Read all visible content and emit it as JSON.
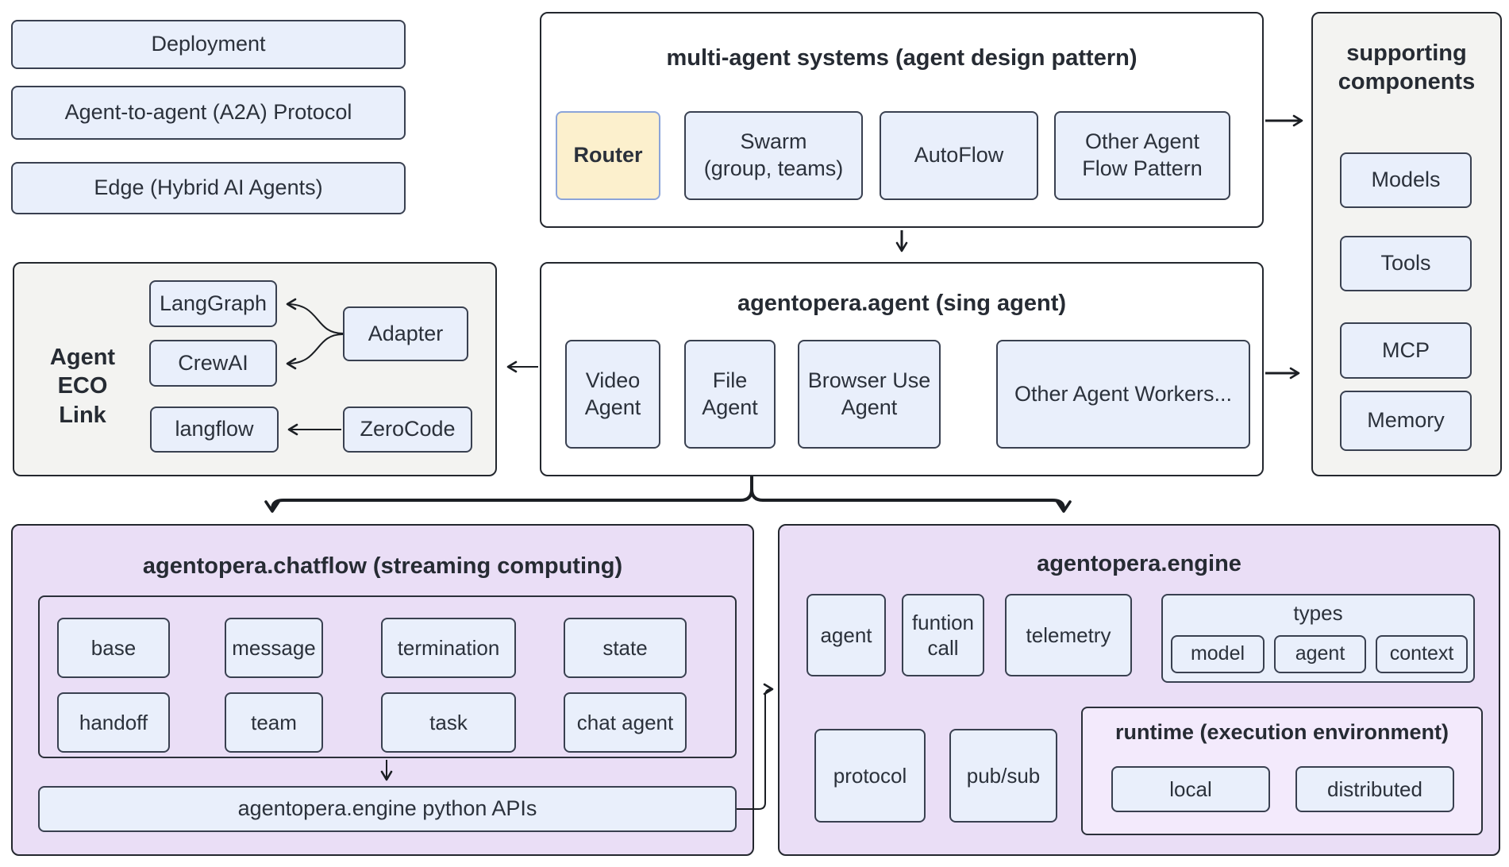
{
  "diagram": {
    "left_stack": {
      "items": [
        "Deployment",
        "Agent-to-agent (A2A) Protocol",
        "Edge (Hybrid AI Agents)"
      ]
    },
    "multi_agent": {
      "title": "multi-agent systems (agent design pattern)",
      "nodes": [
        "Router",
        "Swarm\n(group, teams)",
        "AutoFlow",
        "Other Agent\nFlow Pattern"
      ]
    },
    "supporting": {
      "title": "supporting\ncomponents",
      "items": [
        "Models",
        "Tools",
        "MCP",
        "Memory"
      ]
    },
    "eco": {
      "label": "Agent ECO\nLink",
      "langgraph": "LangGraph",
      "crewai": "CrewAI",
      "adapter": "Adapter",
      "langflow": "langflow",
      "zerocode": "ZeroCode"
    },
    "agent": {
      "title": "agentopera.agent (sing agent)",
      "nodes": [
        "Video\nAgent",
        "File\nAgent",
        "Browser Use\nAgent",
        "Other Agent Workers..."
      ]
    },
    "chatflow": {
      "title": "agentopera.chatflow (streaming computing)",
      "row1": [
        "base",
        "message",
        "termination",
        "state"
      ],
      "row2": [
        "handoff",
        "team",
        "task",
        "chat agent"
      ],
      "api_bar": "agentopera.engine python APIs"
    },
    "engine": {
      "title": "agentopera.engine",
      "row1": [
        "agent",
        "funtion\ncall",
        "telemetry"
      ],
      "types": {
        "label": "types",
        "items": [
          "model",
          "agent",
          "context"
        ]
      },
      "row2": [
        "protocol",
        "pub/sub"
      ],
      "runtime": {
        "label": "runtime (execution environment)",
        "items": [
          "local",
          "distributed"
        ]
      }
    },
    "colors": {
      "node_fill": "#e9effb",
      "router_fill": "#fcf0cd",
      "router_border": "#8ba4d9",
      "container_gray": "#f3f3f1",
      "container_purple": "#eadef6",
      "runtime_fill": "#f3eafc",
      "line": "#1b1e23",
      "text": "#2b313b"
    }
  }
}
